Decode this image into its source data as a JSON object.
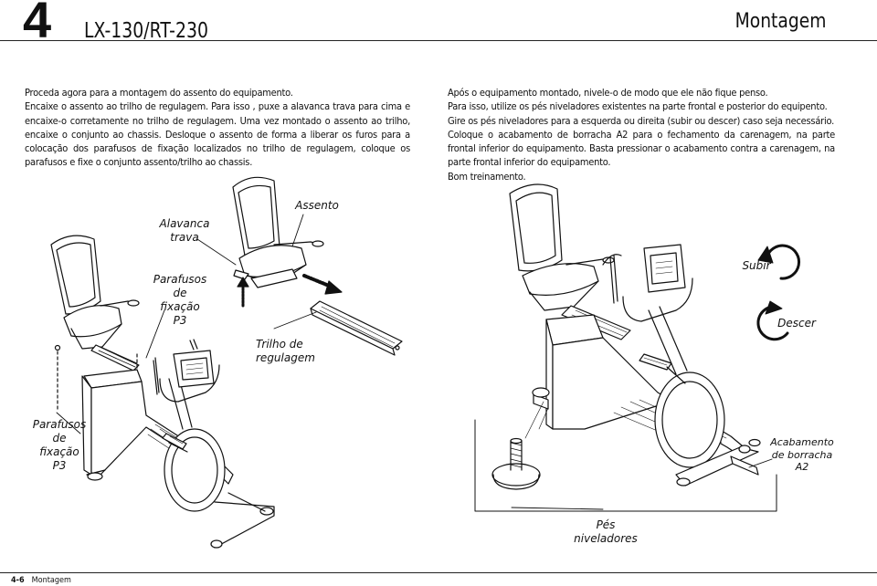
{
  "header": {
    "chapter_number": "4",
    "model": "LX-130/RT-230",
    "section_title": "Montagem"
  },
  "left_column": [
    "Proceda agora para a montagem do assento do equipamento.",
    "Encaixe o assento ao trilho de regulagem. Para isso , puxe a alavanca trava para cima e encaixe-o corretamente no trilho de regulagem. Uma vez montado o assento ao trilho, encaixe o conjunto ao chassis. Desloque o assento de forma a liberar os furos para a colocação dos parafusos de fixação localizados no trilho de regulagem, coloque os parafusos e fixe o conjunto assento/trilho ao chassis."
  ],
  "right_column": [
    "Após o equipamento montado, nivele-o de modo que ele não fique penso.",
    "Para isso, utilize os pés niveladores existentes na parte frontal e posterior do equipento.",
    "Gire os pés niveladores para a esquerda ou direita (subir ou descer) caso seja necessário.",
    "Coloque o acabamento de borracha A2 para o fechamento da carenagem, na parte frontal inferior do equipamento. Basta pressionar o acabamento contra a carenagem, na parte frontal inferior do equipamento.",
    "Bom treinamento."
  ],
  "labels": {
    "alavanca_1": "Alavanca",
    "alavanca_2": "trava",
    "assento": "Assento",
    "parafusos_top_1": "Parafusos",
    "parafusos_top_2": "de fixação",
    "parafusos_top_3": "P3",
    "trilho_1": "Trilho de",
    "trilho_2": "regulagem",
    "parafusos_left_1": "Parafusos",
    "parafusos_left_2": "de fixação",
    "parafusos_left_3": "P3",
    "subir": "Subir",
    "descer": "Descer",
    "acabamento_1": "Acabamento",
    "acabamento_2": "de borracha",
    "acabamento_3": "A2",
    "pes_niveladores": "Pés niveladores"
  },
  "footer": {
    "page": "4-6",
    "title": "Montagem"
  }
}
